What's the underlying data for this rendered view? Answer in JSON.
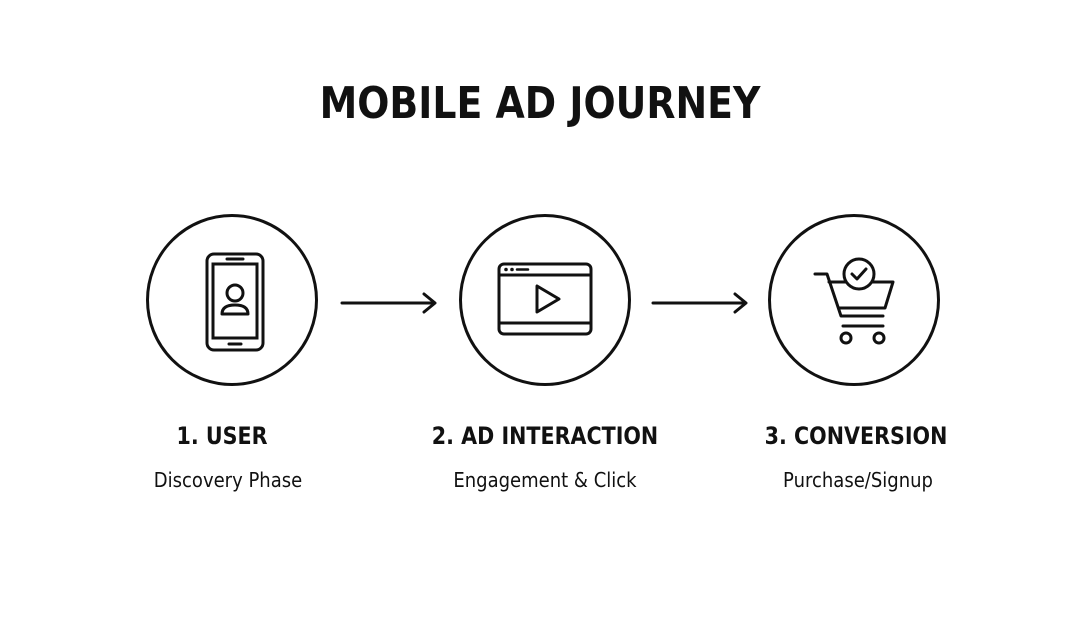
{
  "title": "MOBILE AD JOURNEY",
  "steps": [
    {
      "label": "1. USER",
      "sub": "Discovery Phase",
      "icon": "smartphone-user-icon"
    },
    {
      "label": "2. AD INTERACTION",
      "sub": "Engagement & Click",
      "icon": "video-play-icon"
    },
    {
      "label": "3. CONVERSION",
      "sub": "Purchase/Signup",
      "icon": "shopping-cart-check-icon"
    }
  ],
  "colors": {
    "stroke": "#111111",
    "background": "#ffffff"
  }
}
